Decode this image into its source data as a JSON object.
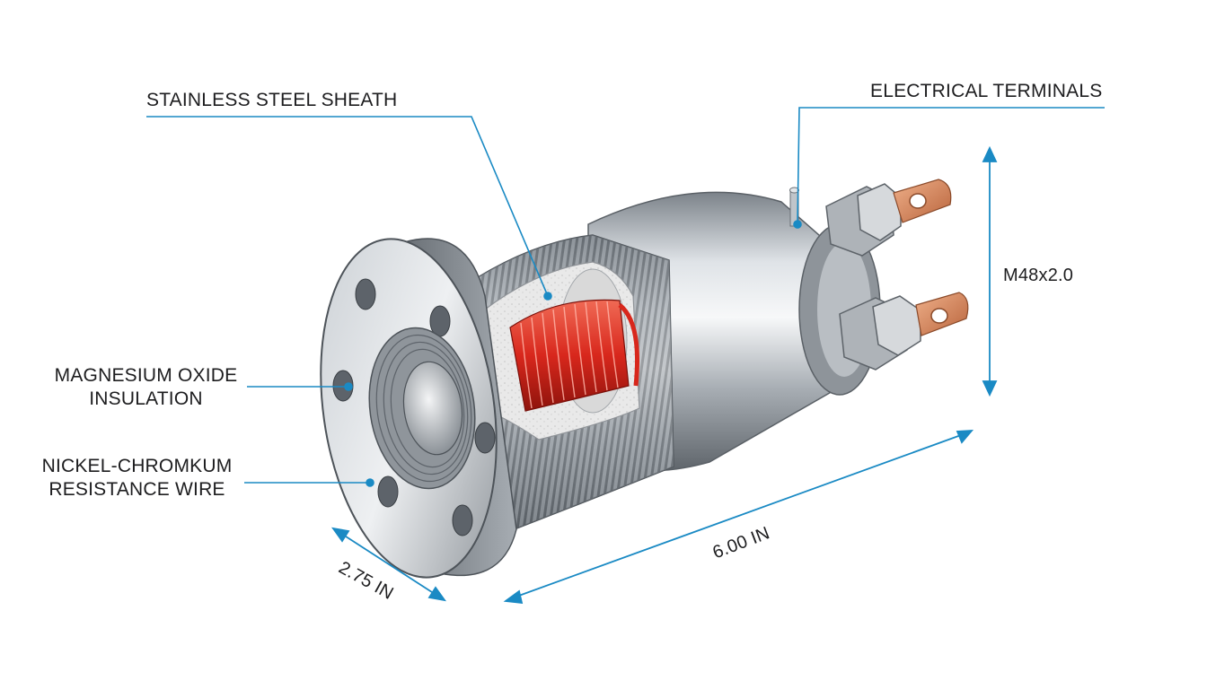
{
  "labels": {
    "sheath": "STAINLESS STEEL SHEATH",
    "terminals": "ELECTRICAL TERMINALS",
    "insulation_line1": "MAGNESIUM OXIDE",
    "insulation_line2": "INSULATION",
    "wire_line1": "NICKEL-CHROMKUM",
    "wire_line2": "RESISTANCE WIRE"
  },
  "dimensions": {
    "thread": "M48x2.0",
    "length": "6.00 IN",
    "flange_diameter": "2.75 IN"
  },
  "colors": {
    "leader": "#1a8ac4",
    "steel_dark": "#6f757c",
    "steel_light": "#e9ecef",
    "coil": "#d8271c",
    "copper": "#d98a5e",
    "insulation": "#e6e6e6"
  }
}
